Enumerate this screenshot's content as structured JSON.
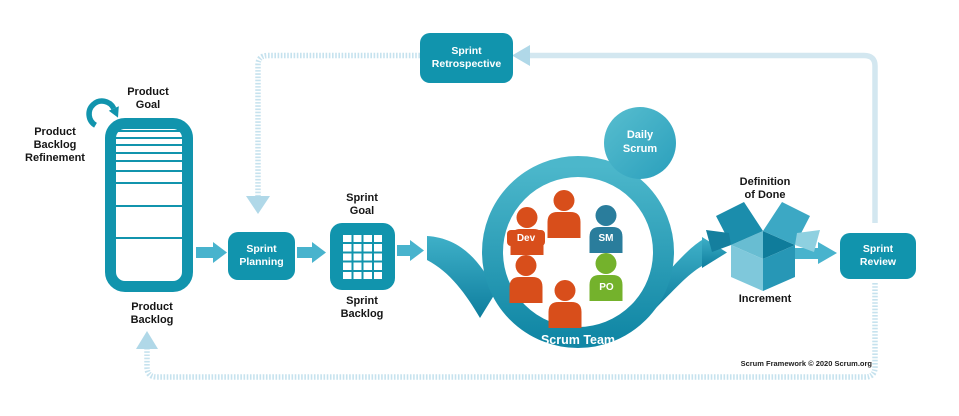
{
  "labels": {
    "product_goal": "Product\nGoal",
    "product_backlog_refinement": "Product\nBacklog\nRefinement",
    "product_backlog": "Product\nBacklog",
    "sprint_planning": "Sprint\nPlanning",
    "sprint_goal": "Sprint\nGoal",
    "sprint_backlog": "Sprint\nBacklog",
    "daily_scrum": "Daily\nScrum",
    "scrum_team": "Scrum Team",
    "definition_of_done": "Definition\nof Done",
    "increment": "Increment",
    "sprint_review": "Sprint\nReview",
    "sprint_retrospective": "Sprint\nRetrospective",
    "copyright": "Scrum Framework © 2020 Scrum.org"
  },
  "roles": {
    "dev": "Dev",
    "sm": "SM",
    "po": "PO"
  },
  "colors": {
    "teal": "#1194ad",
    "ring_top": "#4cb7cb",
    "ring_bottom": "#1187a5",
    "loop_solid": "#d3e7f0",
    "loop_striped": "#c6e2ee",
    "loop_arrowhead": "#b0d8e8",
    "flow_arrow": "#48b3cd",
    "dev_orange": "#d84e1b",
    "sm_blue": "#2a7d9c",
    "po_green": "#74b22c"
  },
  "icons": {
    "refinement": "circular-arrow-icon",
    "product_backlog": "lined-list-icon",
    "sprint_backlog": "task-grid-icon",
    "increment": "open-box-icon",
    "scrum_team": "person-group-icon"
  }
}
